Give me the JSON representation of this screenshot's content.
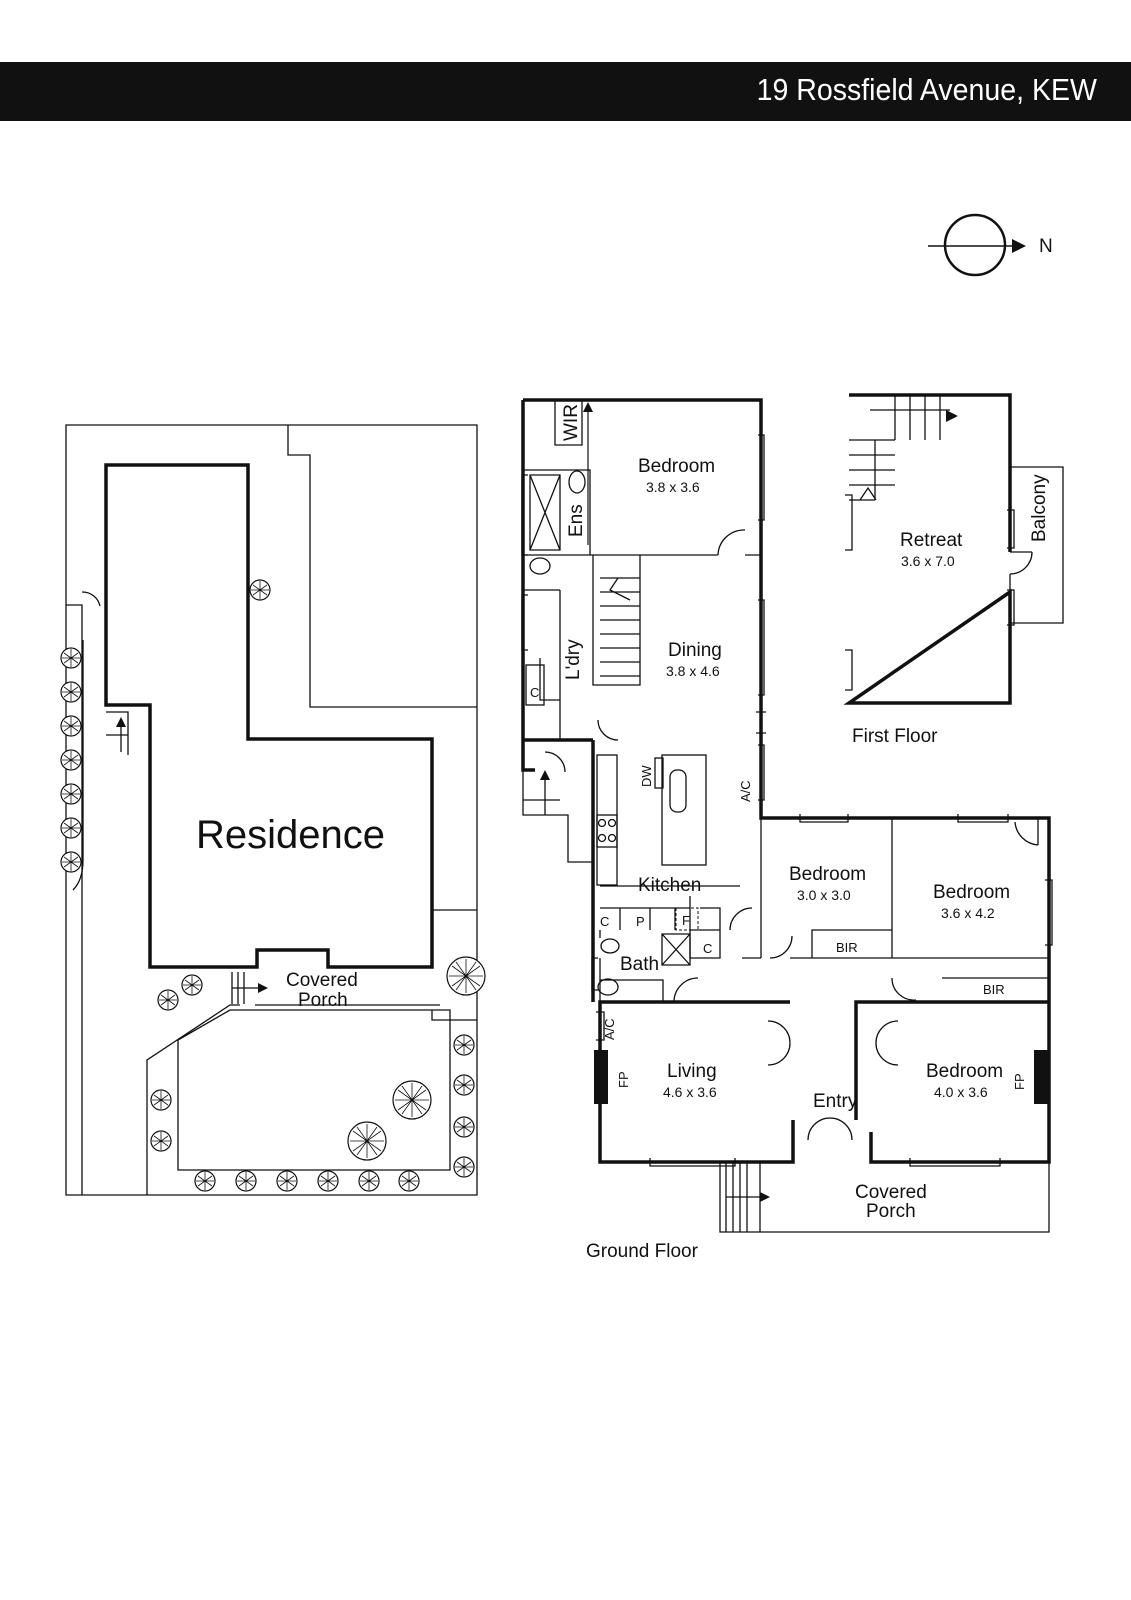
{
  "header": {
    "title": "19 Rossfield Avenue, KEW"
  },
  "compass": {
    "label": "N"
  },
  "site_plan": {
    "residence_label": "Residence",
    "porch_label_1": "Covered",
    "porch_label_2": "Porch"
  },
  "ground_floor": {
    "label": "Ground Floor",
    "rooms": {
      "master_bedroom": {
        "name": "Bedroom",
        "size": "3.8 x 3.6"
      },
      "wir": "WIR",
      "ensuite": "Ens",
      "laundry": "L'dry",
      "dining": {
        "name": "Dining",
        "size": "3.8 x 4.6"
      },
      "kitchen": "Kitchen",
      "bedroom_2": {
        "name": "Bedroom",
        "size": "3.0 x 3.0"
      },
      "bedroom_3": {
        "name": "Bedroom",
        "size": "3.6 x 4.2"
      },
      "bedroom_4": {
        "name": "Bedroom",
        "size": "4.0 x 3.6"
      },
      "bath": "Bath",
      "living": {
        "name": "Living",
        "size": "4.6 x 3.6"
      },
      "entry": "Entry",
      "porch_1": "Covered",
      "porch_2": "Porch"
    },
    "fixtures": {
      "cupboard": "C",
      "pantry": "P",
      "fridge": "F",
      "dishwasher": "DW",
      "aircon": "A/C",
      "fireplace": "FP",
      "bir": "BIR"
    }
  },
  "first_floor": {
    "label": "First Floor",
    "rooms": {
      "retreat": {
        "name": "Retreat",
        "size": "3.6 x 7.0"
      },
      "balcony": "Balcony"
    }
  }
}
